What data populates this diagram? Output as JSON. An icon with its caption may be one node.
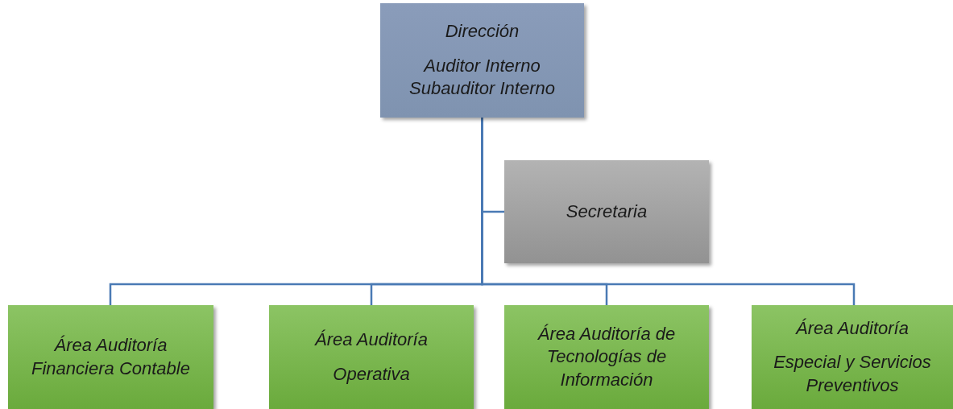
{
  "diagram": {
    "nodes": [
      {
        "text": [
          "Dirección",
          "Auditor Interno Subauditor Interno"
        ]
      },
      {
        "text": [
          "Secretaria"
        ]
      },
      {
        "text": [
          "Área Auditoría Financiera Contable"
        ]
      },
      {
        "text": [
          "Área Auditoría",
          "Operativa"
        ]
      },
      {
        "text": [
          "Área Auditoría de Tecnologías de Información"
        ]
      },
      {
        "text": [
          "Área Auditoría",
          "Especial y Servicios Preventivos"
        ]
      }
    ],
    "edges": [
      {
        "from": 0,
        "to": 1,
        "arrow": "none"
      },
      {
        "from": 0,
        "to": 2,
        "arrow": "none"
      },
      {
        "from": 0,
        "to": 3,
        "arrow": "none"
      },
      {
        "from": 0,
        "to": 4,
        "arrow": "none"
      },
      {
        "from": 0,
        "to": 5,
        "arrow": "none"
      }
    ]
  }
}
